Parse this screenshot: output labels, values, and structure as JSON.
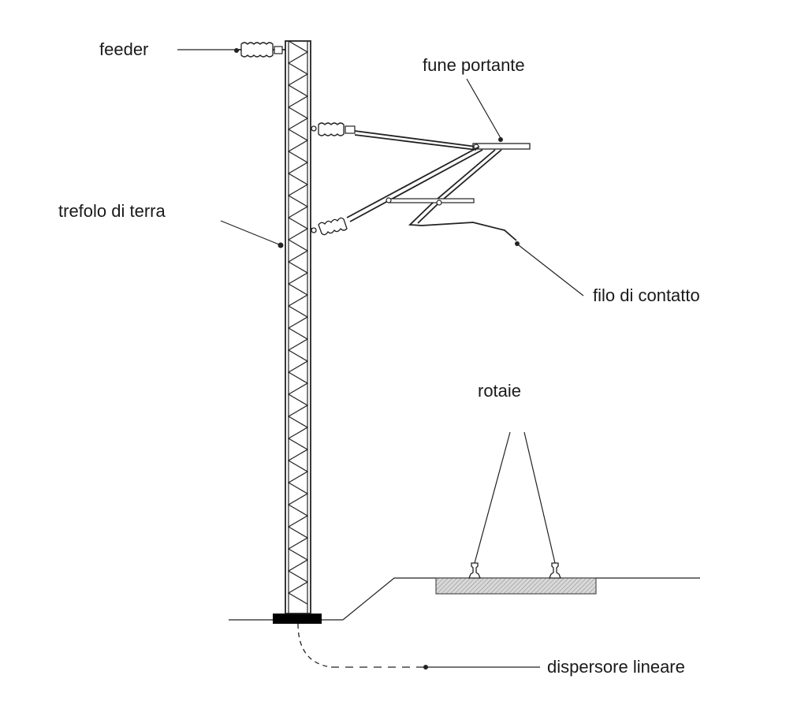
{
  "labels": {
    "feeder": "feeder",
    "fune_portante": "fune portante",
    "trefolo_di_terra": "trefolo di terra",
    "filo_di_contatto": "filo di contatto",
    "rotaie": "rotaie",
    "dispersore_lineare": "dispersore lineare"
  },
  "colors": {
    "line": "#222222",
    "ballast": "#c8c8c8",
    "foundation": "#000000"
  }
}
